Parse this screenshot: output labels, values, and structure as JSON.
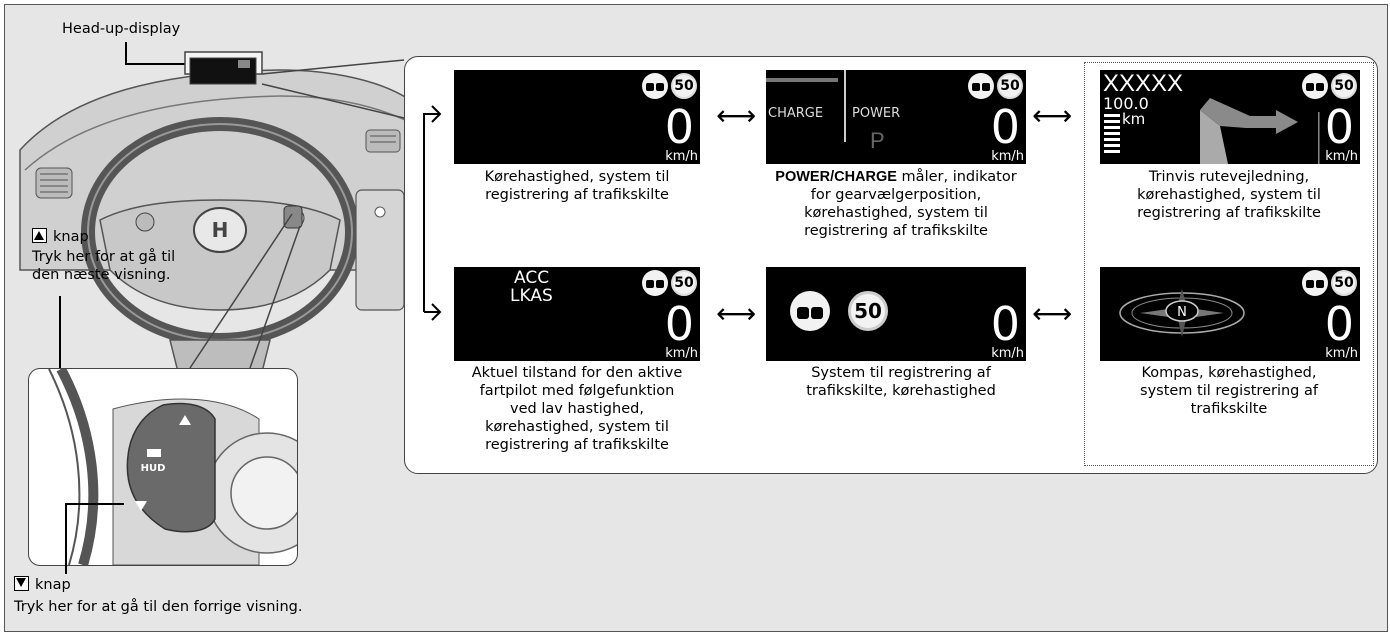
{
  "labels": {
    "hud": "Head-up-display",
    "up_key": "knap",
    "up_desc_1": "Tryk her for at gå til",
    "up_desc_2": "den næste visning.",
    "down_key": "knap",
    "down_desc": "Tryk her for at gå til den forrige visning.",
    "hud_button": "HUD"
  },
  "screens": {
    "s1": {
      "speed": "0",
      "unit": "km/h",
      "limit": "50",
      "caption_1": "Kørehastighed, system til",
      "caption_2": "registrering af trafikskilte"
    },
    "s2": {
      "charge": "CHARGE",
      "power": "POWER",
      "gear": "P",
      "speed": "0",
      "unit": "km/h",
      "limit": "50",
      "caption_bold": "POWER/CHARGE",
      "caption_1": " måler, indikator",
      "caption_2": "for gearvælgerposition,",
      "caption_3": "kørehastighed, system til",
      "caption_4": "registrering af trafikskilte"
    },
    "s3": {
      "street": "XXXXX",
      "distance": "100.0",
      "dist_unit": "km",
      "speed": "0",
      "unit": "km/h",
      "limit": "50",
      "caption_1": "Trinvis rutevejledning,",
      "caption_2": "kørehastighed, system til",
      "caption_3": "registrering af trafikskilte"
    },
    "s4": {
      "line_1": "ACC",
      "line_2": "LKAS",
      "speed": "0",
      "unit": "km/h",
      "limit": "50",
      "caption_1": "Aktuel tilstand for den aktive",
      "caption_2": "fartpilot med følgefunktion",
      "caption_3": "ved lav hastighed,",
      "caption_4": "kørehastighed, system til",
      "caption_5": "registrering af trafikskilte"
    },
    "s5": {
      "big_limit": "50",
      "speed": "0",
      "unit": "km/h",
      "caption_1": "System til registrering af",
      "caption_2": "trafikskilte, kørehastighed"
    },
    "s6": {
      "compass_dir": "N",
      "speed": "0",
      "unit": "km/h",
      "limit": "50",
      "caption_1": "Kompas, kørehastighed,",
      "caption_2": "system til registrering af",
      "caption_3": "trafikskilte"
    }
  },
  "arrow_symbol": "⟷",
  "colors": {
    "background": "#e6e6e6",
    "screen": "#000000",
    "panel": "#ffffff"
  }
}
